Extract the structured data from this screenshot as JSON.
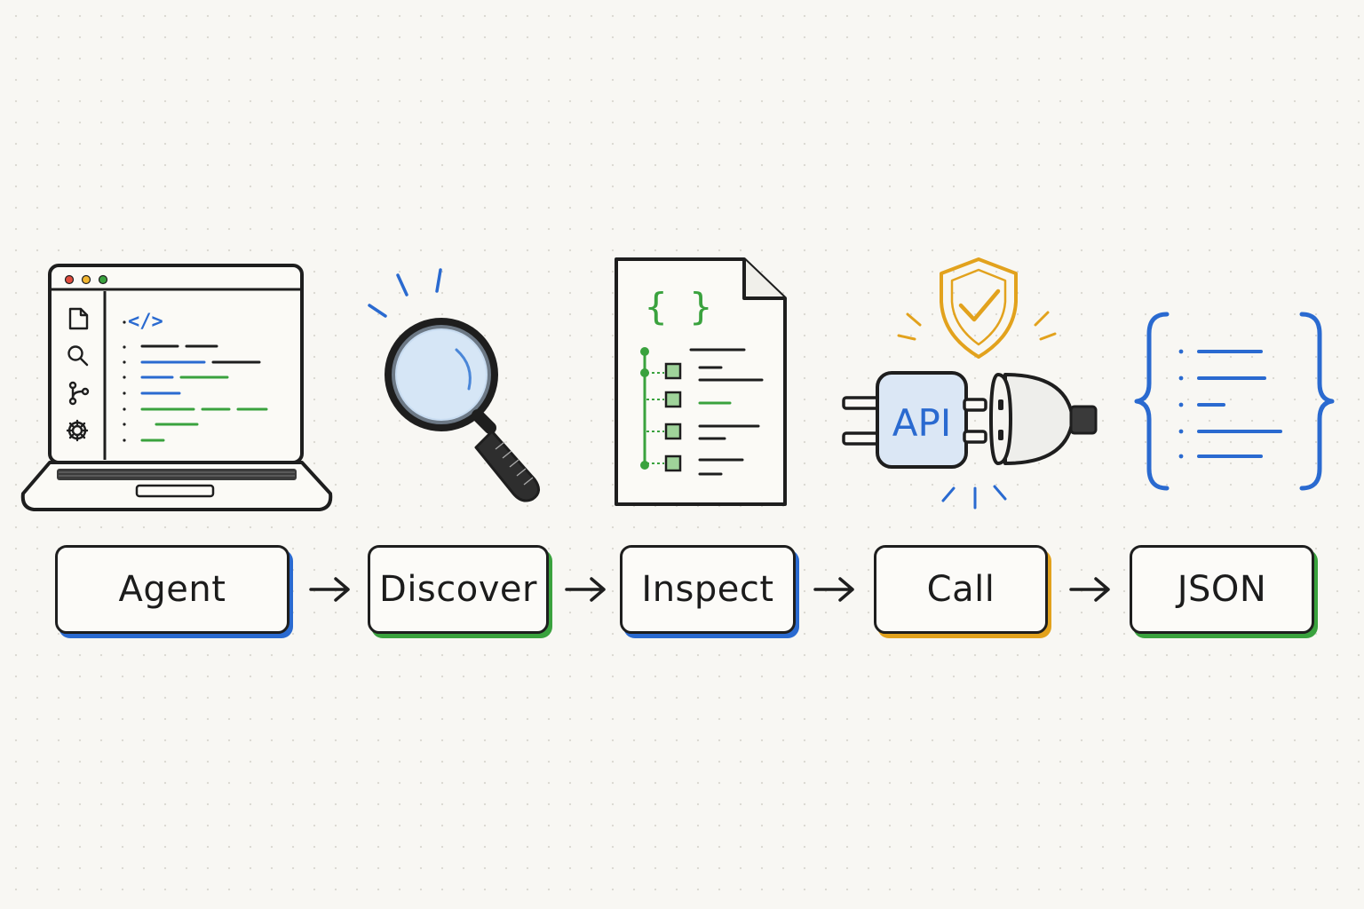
{
  "colors": {
    "ink": "#1e1e1e",
    "blue": "#2a6ad0",
    "green": "#3aa23e",
    "amber": "#e2a21d",
    "red": "#e04b3c",
    "yellow": "#f2b630"
  },
  "laptop": {
    "code_tag": "</>"
  },
  "document": {
    "braces": "{ }"
  },
  "plug": {
    "label": "API"
  },
  "steps": [
    {
      "label": "Agent",
      "accent": "#2a6ad0"
    },
    {
      "label": "Discover",
      "accent": "#3aa23e"
    },
    {
      "label": "Inspect",
      "accent": "#2a6ad0"
    },
    {
      "label": "Call",
      "accent": "#e2a21d"
    },
    {
      "label": "JSON",
      "accent": "#3aa23e"
    }
  ]
}
